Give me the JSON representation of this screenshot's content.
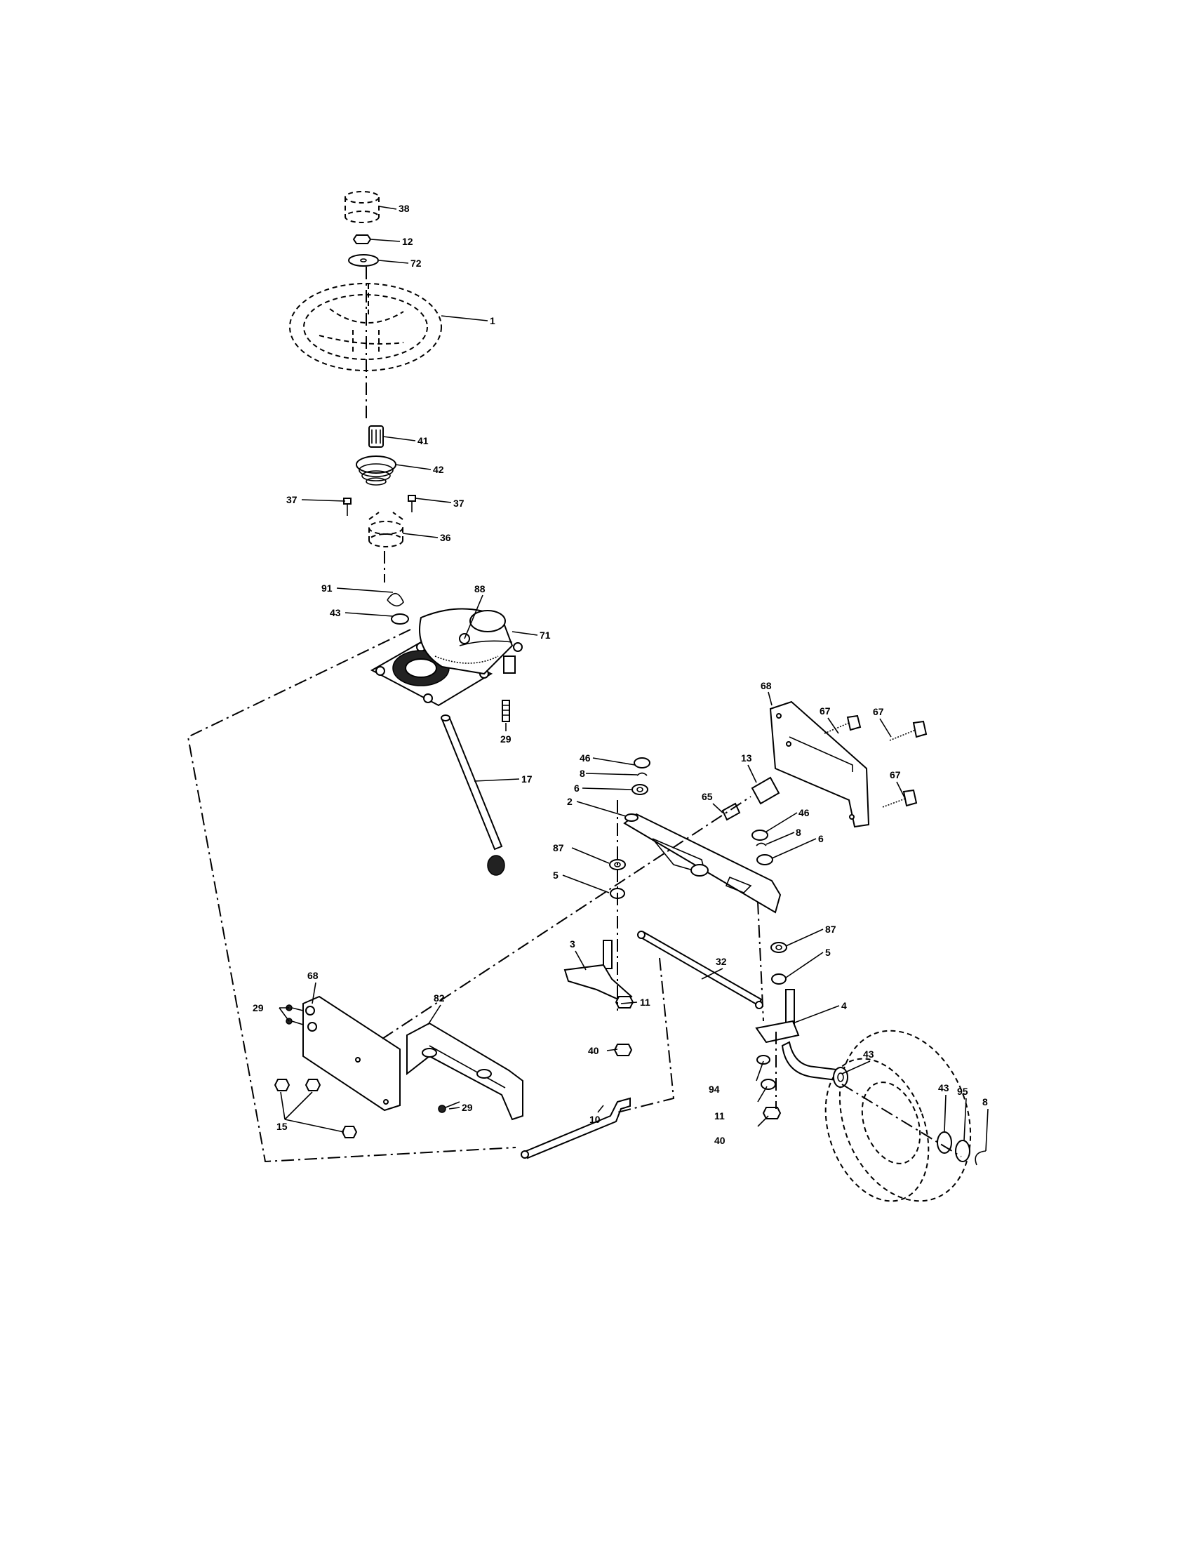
{
  "callouts": [
    {
      "id": "c38",
      "text": "38"
    },
    {
      "id": "c12",
      "text": "12"
    },
    {
      "id": "c72",
      "text": "72"
    },
    {
      "id": "c1",
      "text": "1"
    },
    {
      "id": "c41",
      "text": "41"
    },
    {
      "id": "c42",
      "text": "42"
    },
    {
      "id": "c37a",
      "text": "37"
    },
    {
      "id": "c37b",
      "text": "37"
    },
    {
      "id": "c36",
      "text": "36"
    },
    {
      "id": "c91",
      "text": "91"
    },
    {
      "id": "c88",
      "text": "88"
    },
    {
      "id": "c43a",
      "text": "43"
    },
    {
      "id": "c71",
      "text": "71"
    },
    {
      "id": "c29a",
      "text": "29"
    },
    {
      "id": "c17",
      "text": "17"
    },
    {
      "id": "c68a",
      "text": "68"
    },
    {
      "id": "c67a",
      "text": "67"
    },
    {
      "id": "c67b",
      "text": "67"
    },
    {
      "id": "c67c",
      "text": "67"
    },
    {
      "id": "c46a",
      "text": "46"
    },
    {
      "id": "c8a",
      "text": "8"
    },
    {
      "id": "c6a",
      "text": "6"
    },
    {
      "id": "c13",
      "text": "13"
    },
    {
      "id": "c65",
      "text": "65"
    },
    {
      "id": "c46b",
      "text": "46"
    },
    {
      "id": "c8b",
      "text": "8"
    },
    {
      "id": "c6b",
      "text": "6"
    },
    {
      "id": "c2",
      "text": "2"
    },
    {
      "id": "c87a",
      "text": "87"
    },
    {
      "id": "c5a",
      "text": "5"
    },
    {
      "id": "c87b",
      "text": "87"
    },
    {
      "id": "c5b",
      "text": "5"
    },
    {
      "id": "c3",
      "text": "3"
    },
    {
      "id": "c32",
      "text": "32"
    },
    {
      "id": "c11a",
      "text": "11"
    },
    {
      "id": "c4",
      "text": "4"
    },
    {
      "id": "c68b",
      "text": "68"
    },
    {
      "id": "c82",
      "text": "82"
    },
    {
      "id": "c29b",
      "text": "29"
    },
    {
      "id": "c40a",
      "text": "40"
    },
    {
      "id": "c43b",
      "text": "43"
    },
    {
      "id": "c94",
      "text": "94"
    },
    {
      "id": "c43c",
      "text": "43"
    },
    {
      "id": "c95",
      "text": "95"
    },
    {
      "id": "c8c",
      "text": "8"
    },
    {
      "id": "c11b",
      "text": "11"
    },
    {
      "id": "c40b",
      "text": "40"
    },
    {
      "id": "c15",
      "text": "15"
    },
    {
      "id": "c29c",
      "text": "29"
    },
    {
      "id": "c10",
      "text": "10"
    }
  ]
}
